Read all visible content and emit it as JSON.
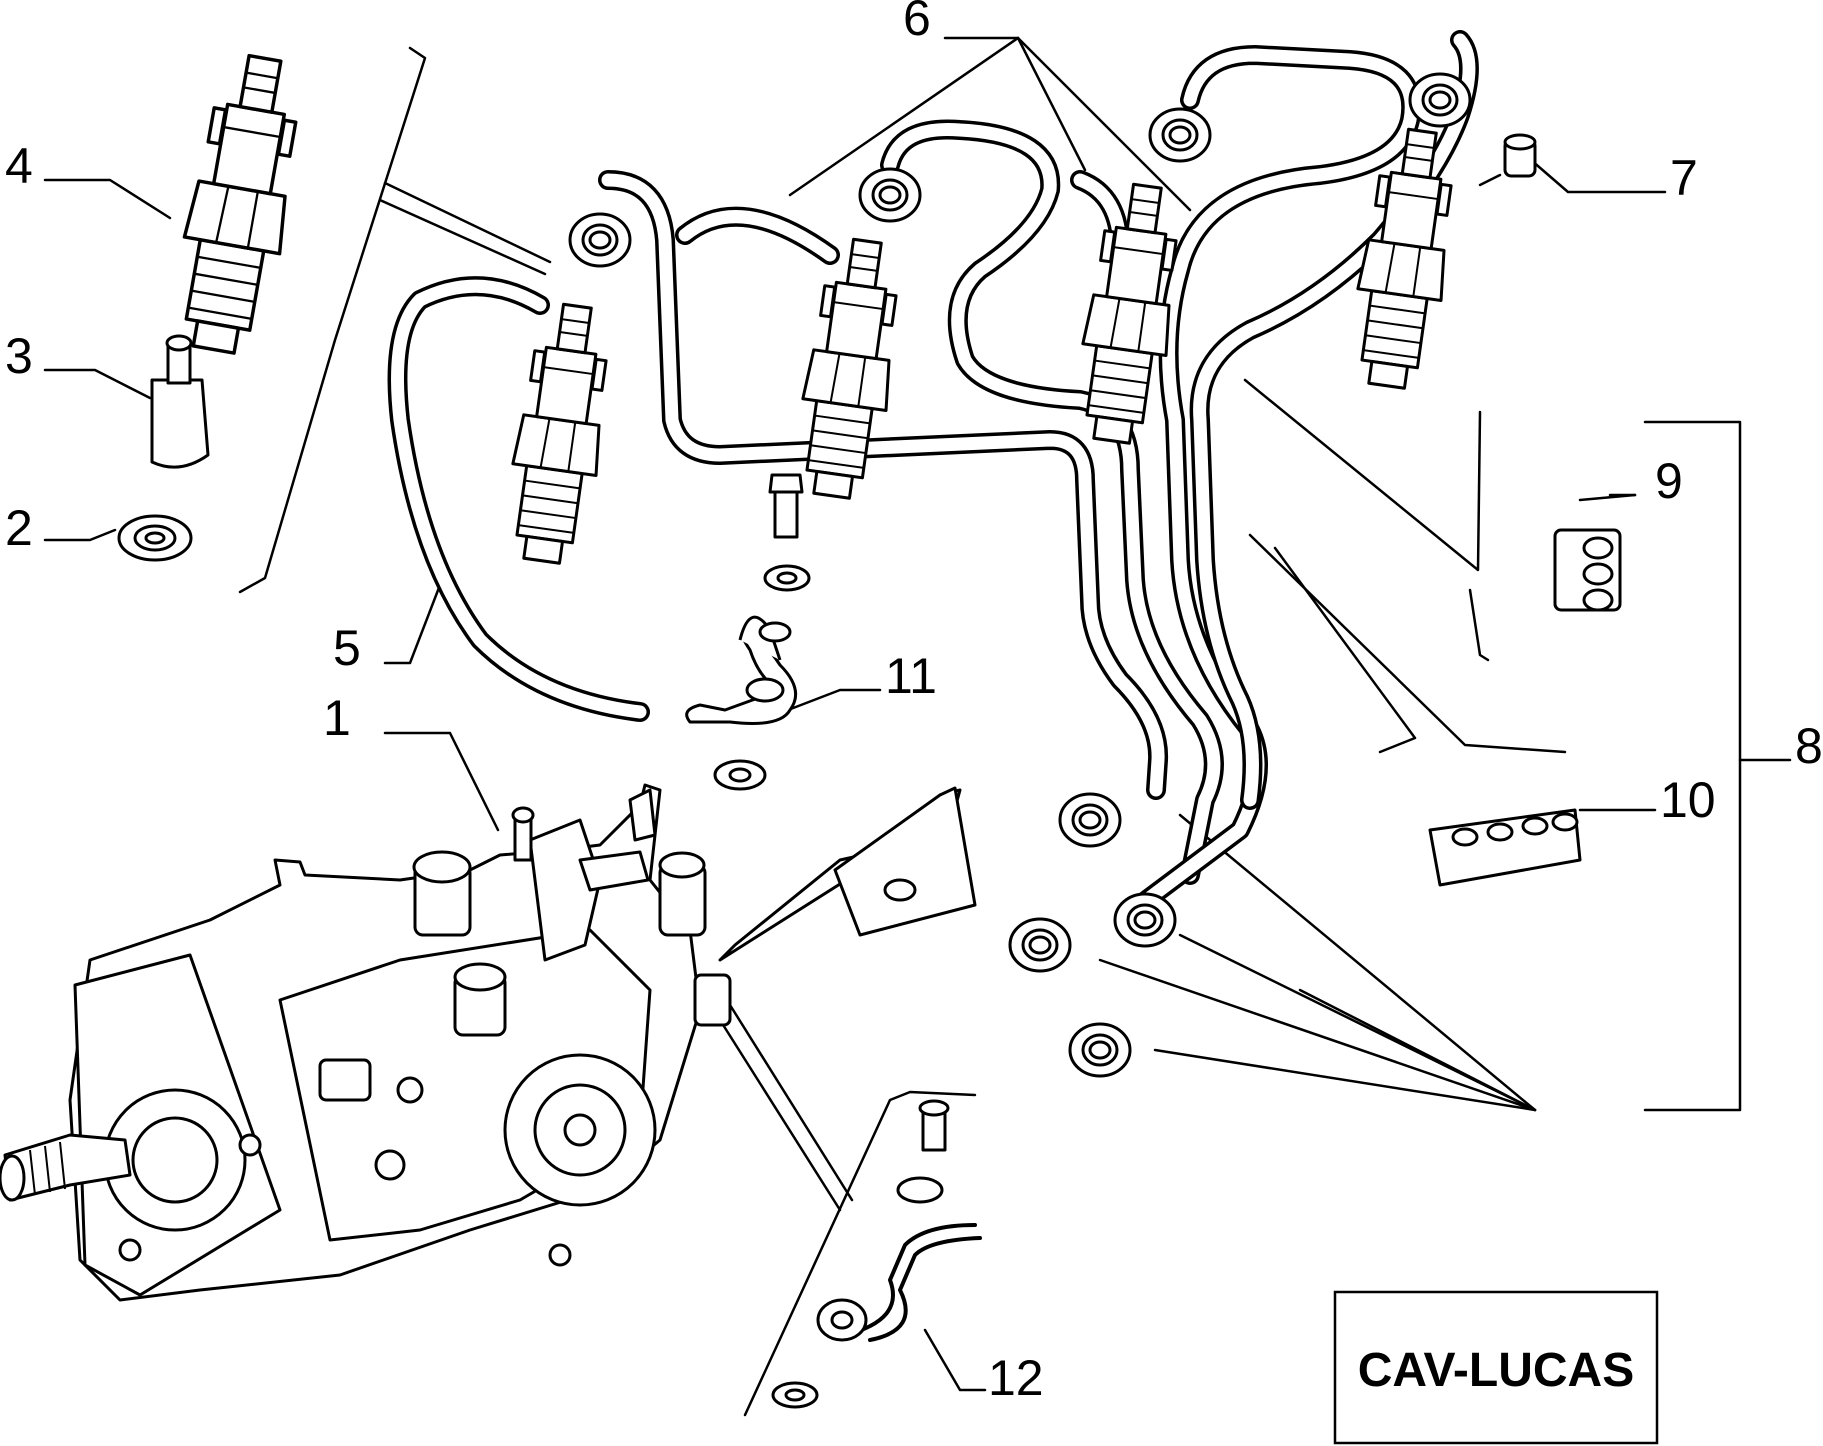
{
  "diagram": {
    "brand_label": "CAV-LUCAS",
    "callouts": [
      {
        "id": "1",
        "label": "1"
      },
      {
        "id": "2",
        "label": "2"
      },
      {
        "id": "3",
        "label": "3"
      },
      {
        "id": "4",
        "label": "4"
      },
      {
        "id": "5",
        "label": "5"
      },
      {
        "id": "6",
        "label": "6"
      },
      {
        "id": "7",
        "label": "7"
      },
      {
        "id": "8",
        "label": "8"
      },
      {
        "id": "9",
        "label": "9"
      },
      {
        "id": "10",
        "label": "10"
      },
      {
        "id": "11",
        "label": "11"
      },
      {
        "id": "12",
        "label": "12"
      }
    ]
  }
}
